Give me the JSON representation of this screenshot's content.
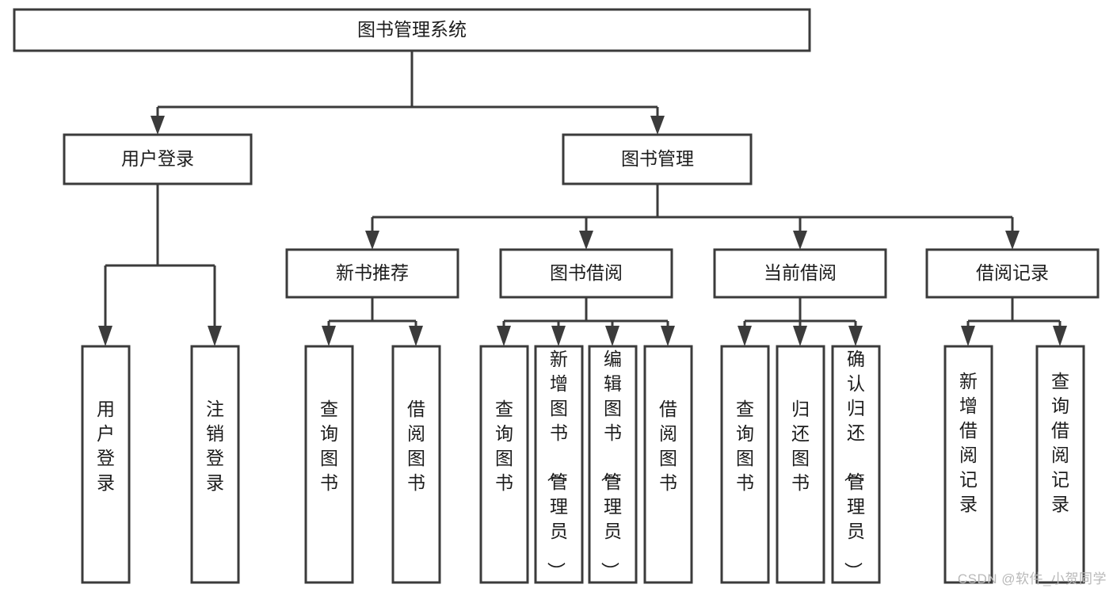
{
  "diagram": {
    "type": "tree-hierarchy",
    "title": "图书管理系统",
    "watermark": "CSDN @软件_小贺同学",
    "colors": {
      "background": "#ffffff",
      "stroke": "#3b3b3b",
      "text": "#1c1c1c",
      "watermark": "#b9b9b9"
    },
    "levels": {
      "root": {
        "label": "图书管理系统"
      },
      "level2": [
        {
          "label": "用户登录"
        },
        {
          "label": "图书管理"
        }
      ],
      "level3": [
        {
          "label": "新书推荐"
        },
        {
          "label": "图书借阅"
        },
        {
          "label": "当前借阅"
        },
        {
          "label": "借阅记录"
        }
      ]
    },
    "groups": [
      {
        "parent": "用户登录",
        "leaves": [
          {
            "label": "用户登录"
          },
          {
            "label": "注销登录"
          }
        ]
      },
      {
        "parent": "新书推荐",
        "leaves": [
          {
            "label": "查询图书"
          },
          {
            "label": "借阅图书"
          }
        ]
      },
      {
        "parent": "图书借阅",
        "leaves": [
          {
            "label": "查询图书"
          },
          {
            "label": "新增图书（管理员）"
          },
          {
            "label": "编辑图书（管理员）"
          },
          {
            "label": "借阅图书"
          }
        ]
      },
      {
        "parent": "当前借阅",
        "leaves": [
          {
            "label": "查询图书"
          },
          {
            "label": "归还图书"
          },
          {
            "label": "确认归还（管理员）"
          }
        ]
      },
      {
        "parent": "借阅记录",
        "leaves": [
          {
            "label": "新增借阅记录"
          },
          {
            "label": "查询借阅记录"
          }
        ]
      }
    ],
    "nodes": {
      "root": "图书管理系统",
      "n_user_login": "用户登录",
      "n_book_mgmt": "图书管理",
      "n_new_book_rec": "新书推荐",
      "n_book_borrow": "图书借阅",
      "n_current_borrow": "当前借阅",
      "n_borrow_record": "借阅记录",
      "leaf_user_login": "用户登录",
      "leaf_logout": "注销登录",
      "leaf_rec_query": "查询图书",
      "leaf_rec_borrow": "借阅图书",
      "leaf_borrow_query": "查询图书",
      "leaf_borrow_add": "新增图书（管理员）",
      "leaf_borrow_edit": "编辑图书（管理员）",
      "leaf_borrow_borrow": "借阅图书",
      "leaf_cur_query": "查询图书",
      "leaf_cur_return": "归还图书",
      "leaf_cur_confirm": "确认归还（管理员）",
      "leaf_rec_add": "新增借阅记录",
      "leaf_rec_search": "查询借阅记录"
    }
  }
}
